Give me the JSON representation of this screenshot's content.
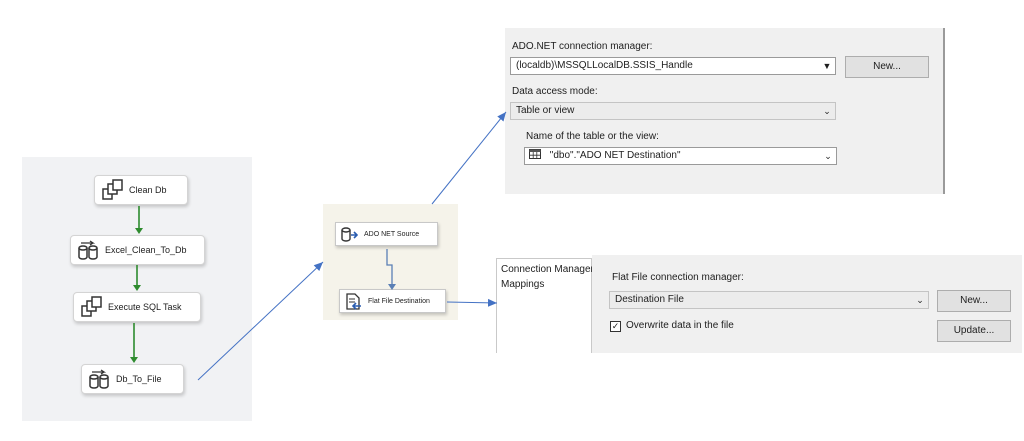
{
  "control_flow": {
    "tasks": [
      {
        "label": "Clean Db",
        "icon": "sql-task-icon"
      },
      {
        "label": "Excel_Clean_To_Db",
        "icon": "data-flow-icon"
      },
      {
        "label": "Execute SQL Task",
        "icon": "sql-task-icon"
      },
      {
        "label": "Db_To_File",
        "icon": "data-flow-icon"
      }
    ]
  },
  "data_flow": {
    "source_label": "ADO NET Source",
    "destination_label": "Flat File Destination"
  },
  "ado_editor": {
    "conn_manager_label": "ADO.NET connection manager:",
    "conn_manager_value": "(localdb)\\MSSQLLocalDB.SSIS_Handle",
    "new_button": "New...",
    "access_mode_label": "Data access mode:",
    "access_mode_value": "Table or view",
    "table_label": "Name of the table or the view:",
    "table_value": "\"dbo\".\"ADO NET Destination\""
  },
  "flat_file_editor": {
    "nav_items": [
      "Connection Manager",
      "Mappings"
    ],
    "conn_manager_label": "Flat File connection manager:",
    "conn_manager_value": "Destination File",
    "new_button": "New...",
    "overwrite_label": "Overwrite data in the file",
    "overwrite_checked": true,
    "update_button": "Update..."
  },
  "colors": {
    "precedence_arrow": "#2e8b2e",
    "callout_arrow": "#4472c4",
    "data_path": "#5a7fb5"
  }
}
